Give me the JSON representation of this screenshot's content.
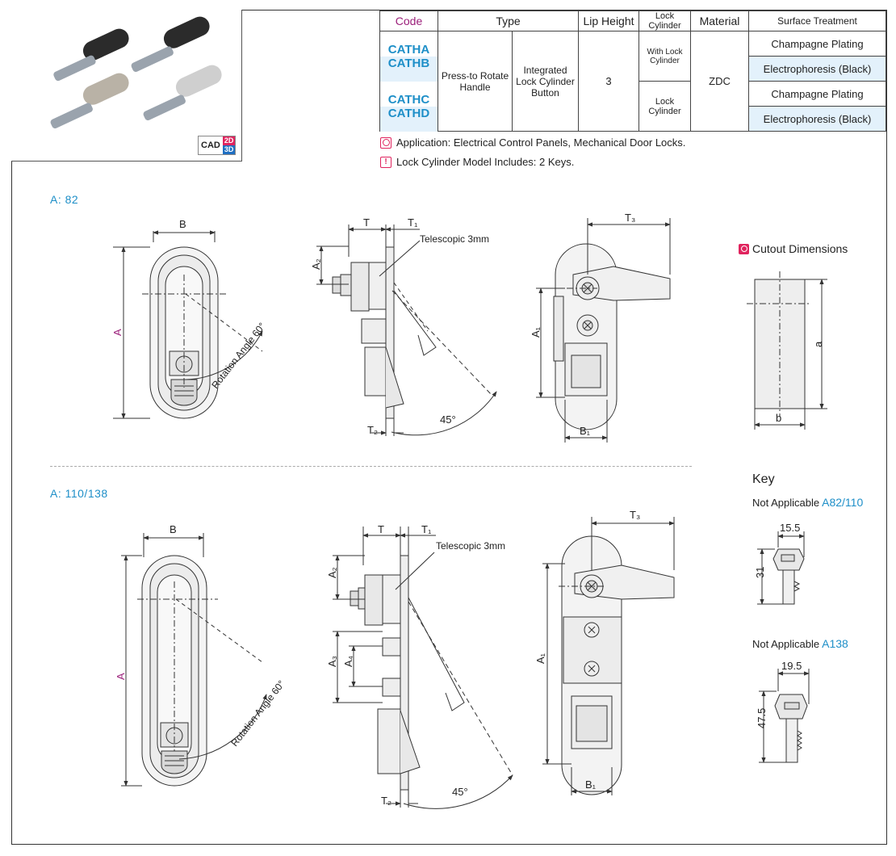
{
  "table": {
    "headers": {
      "code": "Code",
      "type": "Type",
      "lip": "Lip Height",
      "lock": "Lock Cylinder",
      "material": "Material",
      "surface": "Surface Treatment"
    },
    "codes": [
      "CATHA",
      "CATHB",
      "CATHC",
      "CATHD"
    ],
    "type1": "Press-to Rotate Handle",
    "type2": "Integrated Lock Cylinder Button",
    "lip_height": "3",
    "lock_with": "With Lock Cylinder",
    "lock_only": "Lock Cylinder",
    "material": "ZDC",
    "surface": [
      "Champagne Plating",
      "Electrophoresis (Black)",
      "Champagne Plating",
      "Electrophoresis (Black)"
    ]
  },
  "notes": {
    "application": "Application: Electrical Control Panels, Mechanical Door Locks.",
    "keys": "Lock Cylinder Model Includes: 2 Keys."
  },
  "badge": {
    "cad": "CAD",
    "d2": "2D",
    "d3": "3D"
  },
  "sections": {
    "top": "A: 82",
    "bottom": "A: 110/138"
  },
  "labels": {
    "A": "A",
    "B": "B",
    "T": "T",
    "T1": "T₁",
    "T2": "T₂",
    "T3": "T₃",
    "A1": "A₁",
    "A2": "A₂",
    "A3": "A₃",
    "A4": "A₄",
    "B1": "B₁",
    "telescopic": "Telescopic 3mm",
    "rotation": "Rotation Angle 60°",
    "angle45": "45°",
    "a": "a",
    "b": "b"
  },
  "cutout": {
    "title": "Cutout Dimensions"
  },
  "key": {
    "title": "Key",
    "na1_label": "Not Applicable",
    "na1_value": "A82/110",
    "w1": "15.5",
    "h1": "31",
    "na2_label": "Not Applicable",
    "na2_value": "A138",
    "w2": "19.5",
    "h2": "47.5"
  }
}
